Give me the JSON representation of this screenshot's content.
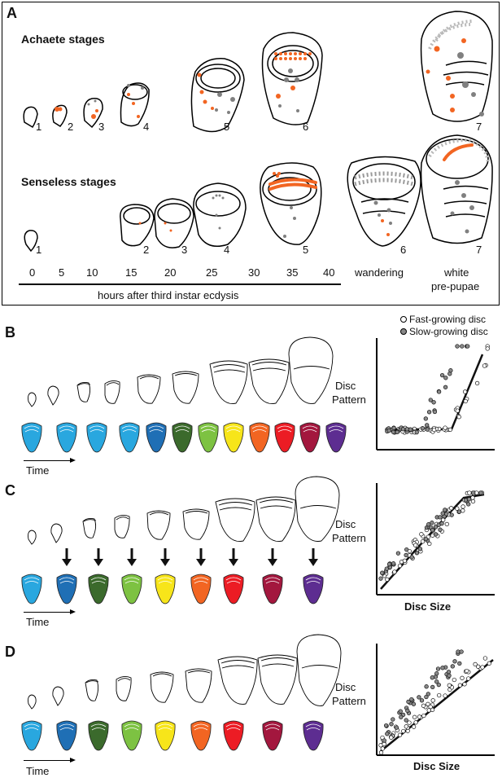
{
  "panel_a": {
    "letter": "A",
    "achaete_title": "Achaete stages",
    "senseless_title": "Senseless stages",
    "achaete_stage_numbers": [
      "1",
      "2",
      "3",
      "4",
      "5",
      "6",
      "7"
    ],
    "senseless_stage_numbers": [
      "1",
      "2",
      "3",
      "4",
      "5",
      "6",
      "7"
    ],
    "time_ticks": [
      "0",
      "5",
      "10",
      "15",
      "20",
      "25",
      "30",
      "35",
      "40"
    ],
    "time_axis_label": "hours after third instar ecdysis",
    "wandering_label": "wandering",
    "white_label_line1": "white",
    "white_label_line2": "pre-pupae",
    "colors": {
      "orange": "#f26522",
      "gray": "#808080",
      "lightgray": "#c8c8c8"
    }
  },
  "panel_b": {
    "letter": "B",
    "time_label": "Time",
    "plot_ylabel_line1": "Disc",
    "plot_ylabel_line2": "Pattern",
    "legend": [
      "Fast-growing disc",
      "Slow-growing disc"
    ],
    "color_count": 12
  },
  "panel_c": {
    "letter": "C",
    "time_label": "Time",
    "plot_ylabel_line1": "Disc",
    "plot_ylabel_line2": "Pattern",
    "plot_xlabel": "Disc Size"
  },
  "panel_d": {
    "letter": "D",
    "time_label": "Time",
    "plot_ylabel_line1": "Disc",
    "plot_ylabel_line2": "Pattern",
    "plot_xlabel": "Disc Size"
  },
  "disc_palette": [
    "#29a7df",
    "#1f6fb5",
    "#3b6a2c",
    "#7dc242",
    "#f7e51a",
    "#f26522",
    "#ec1c24",
    "#a3173e",
    "#5d2d91"
  ]
}
